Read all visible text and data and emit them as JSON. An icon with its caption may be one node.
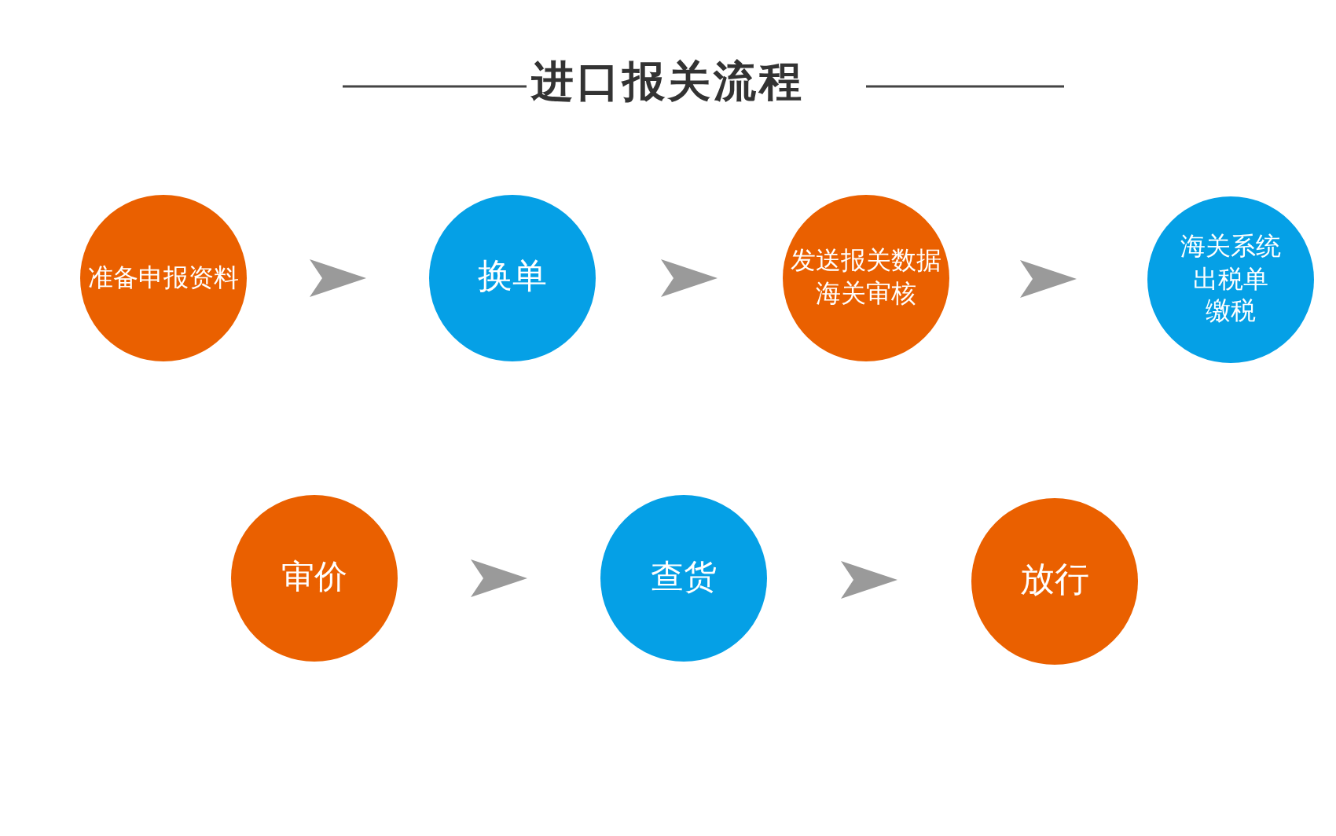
{
  "diagram": {
    "title": "进口报关流程",
    "nodes": [
      {
        "text": [
          "准备申报资料"
        ]
      },
      {
        "text": [
          "换单"
        ]
      },
      {
        "text": [
          "发送报关数据海关审核"
        ]
      },
      {
        "text": [
          "海关系统出税单",
          "缴税"
        ]
      },
      {
        "text": [
          "审价"
        ]
      },
      {
        "text": [
          "查货"
        ]
      },
      {
        "text": [
          "放行"
        ]
      }
    ],
    "edges": [
      {
        "from": 0,
        "to": 1,
        "arrow": "to"
      },
      {
        "from": 1,
        "to": 2,
        "arrow": "to"
      },
      {
        "from": 2,
        "to": 3,
        "arrow": "to"
      },
      {
        "from": 4,
        "to": 5,
        "arrow": "to"
      },
      {
        "from": 5,
        "to": 6,
        "arrow": "to"
      }
    ]
  }
}
